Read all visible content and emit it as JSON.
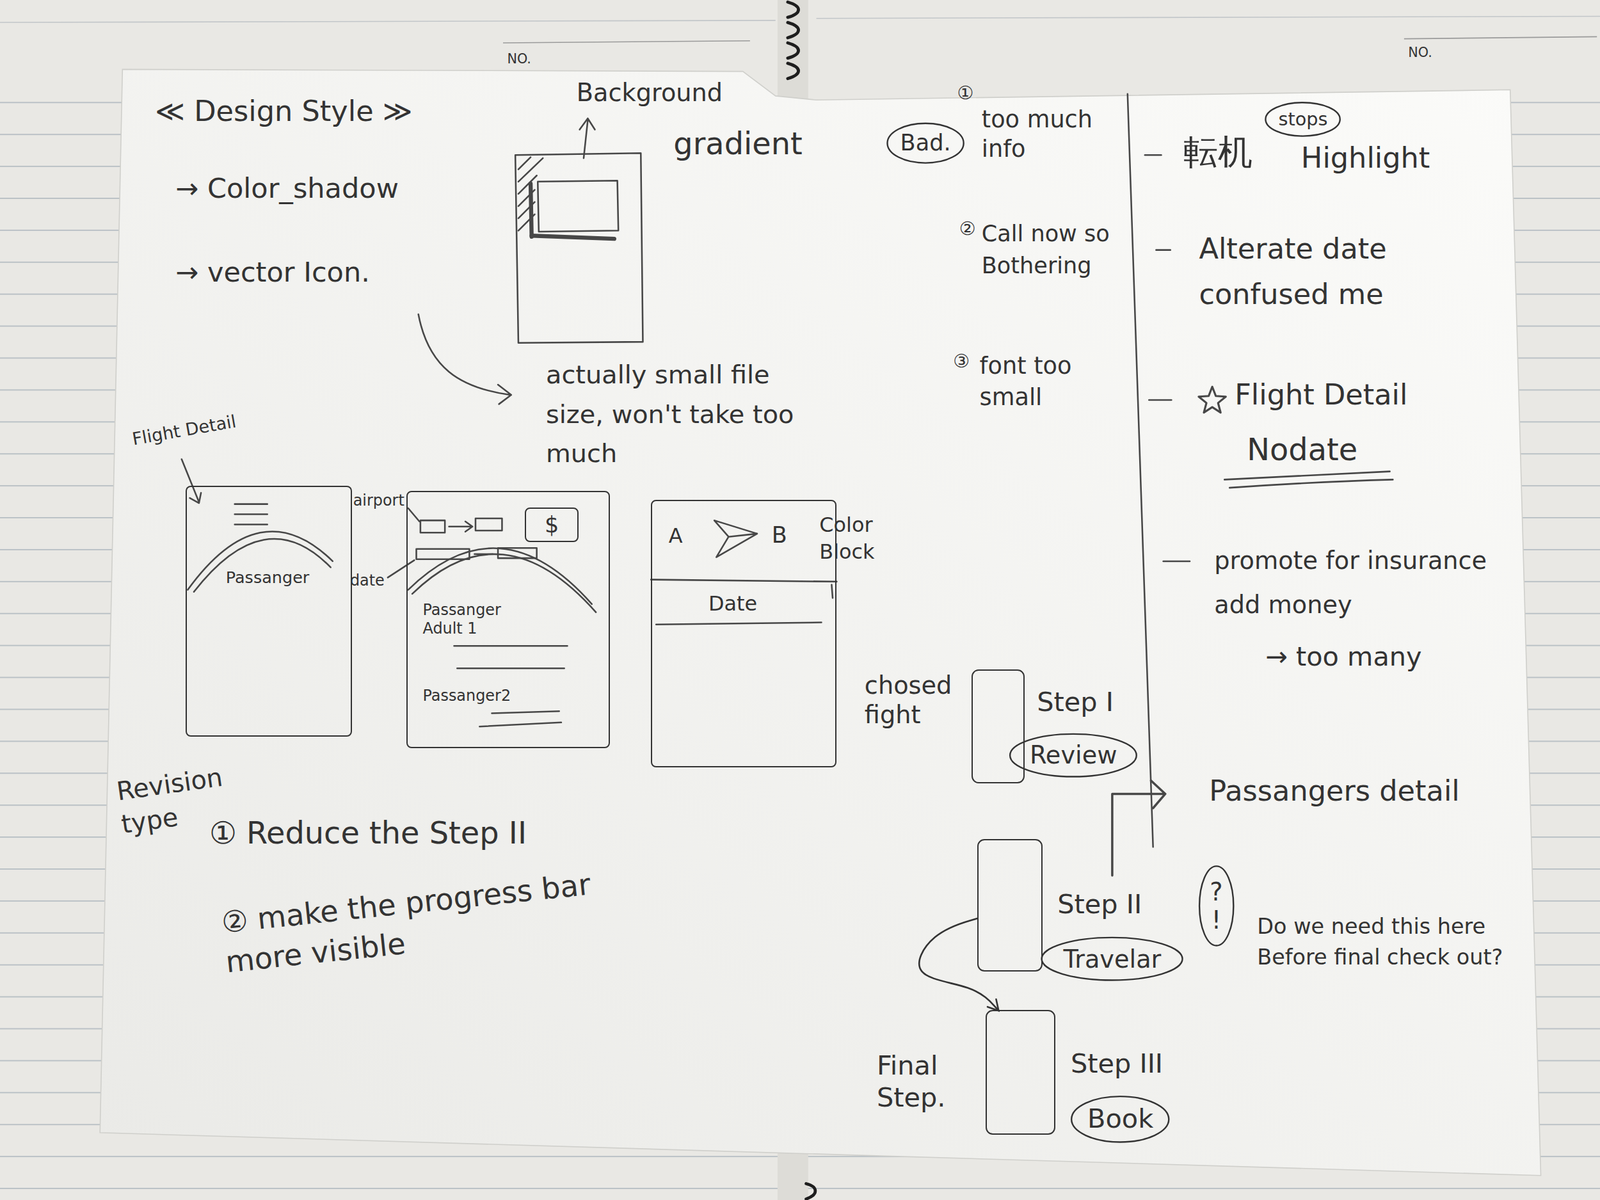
{
  "diagram": {
    "nodes": [
      {
        "text": [
          "Bad."
        ]
      },
      {
        "text": [
          "stops"
        ]
      },
      {
        "text": [
          "Passanger"
        ]
      },
      {
        "text": [
          "Passanger Adult 1",
          "Passanger2"
        ]
      },
      {
        "text": [
          "$"
        ],
        "in": 3
      },
      {
        "text": [
          "A",
          "B",
          "Date"
        ]
      },
      {
        "text": [
          "chosed fight",
          "Step I"
        ]
      },
      {
        "text": [
          "Review"
        ]
      },
      {
        "text": [
          "Step II"
        ]
      },
      {
        "text": [
          "Travelar"
        ]
      },
      {
        "text": [
          "? !"
        ]
      },
      {
        "text": [
          "Final Step.",
          "Step III"
        ]
      },
      {
        "text": [
          "Book"
        ]
      }
    ],
    "edges": [
      {
        "from": 8,
        "to": 11,
        "arrow": "to"
      }
    ],
    "labels": [
      "NO.",
      "NO.",
      "≪ Design Style ≫",
      "→ Color_shadow",
      "→ vector Icon.",
      "Background",
      "gradient",
      "actually small file size, won't take too much",
      "Flight Detail",
      "airport",
      "date",
      "Color Block",
      "Revision type",
      "① Reduce the Step II",
      "② make the progress bar more visible",
      "①",
      "too much info",
      "②",
      "Call now so Bothering",
      "③",
      "font too small",
      "Passangers detail",
      "Do we need this here Before final check out?",
      "転机",
      "Highlight",
      "Alterate date confused me",
      "Flight Detail",
      "Nodate",
      "promote for insurance add money",
      "→ too many"
    ]
  }
}
